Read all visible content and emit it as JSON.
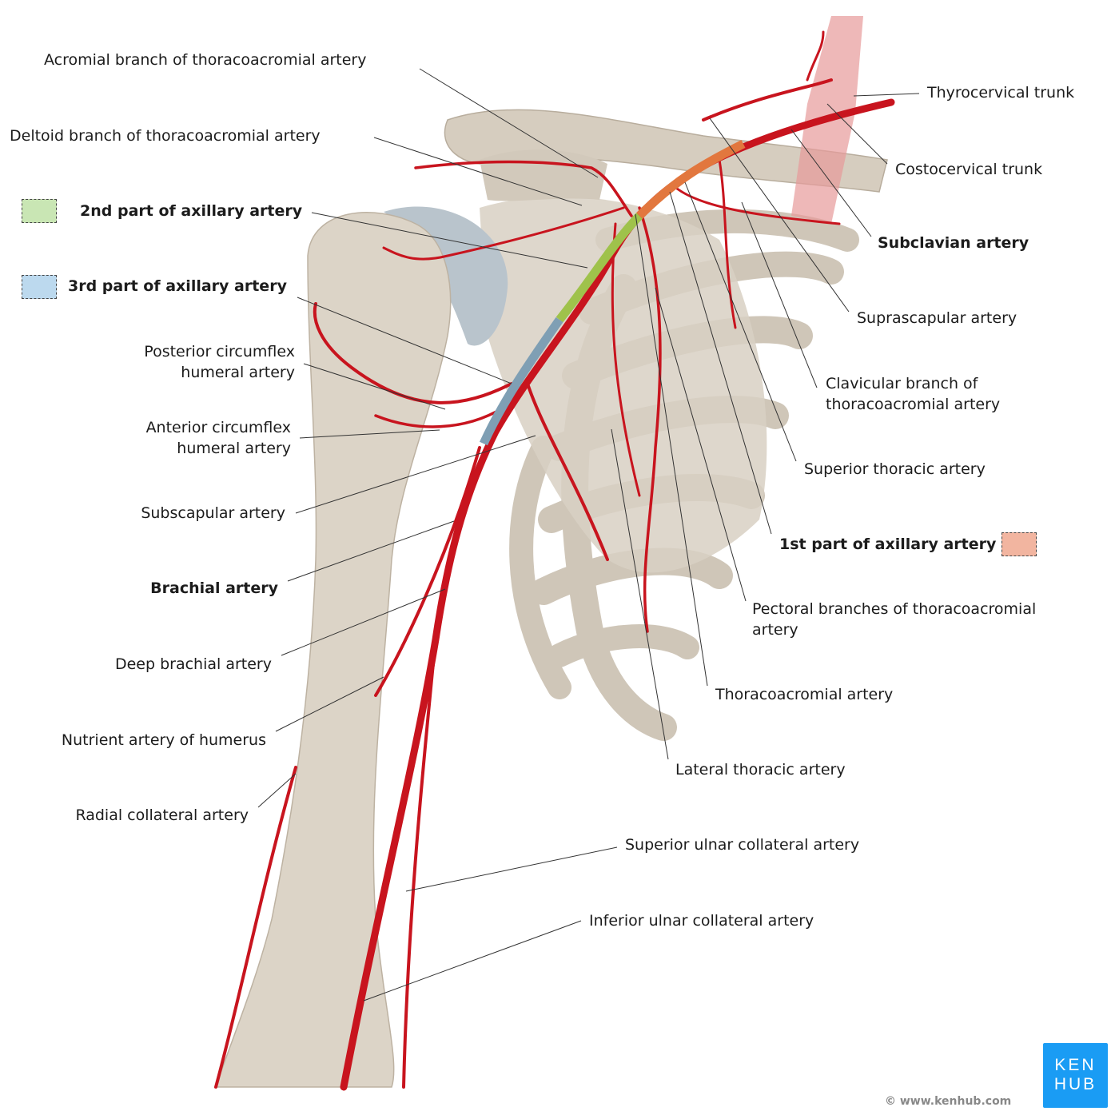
{
  "labels": {
    "acromial": "Acromial branch of thoracoacromial artery",
    "deltoid": "Deltoid branch of thoracoacromial artery",
    "second_part": "2nd part of axillary artery",
    "third_part": "3rd part of axillary artery",
    "post_circ_1": "Posterior circumflex",
    "post_circ_2": "humeral artery",
    "ant_circ_1": "Anterior circumflex",
    "ant_circ_2": "humeral artery",
    "subscapular": "Subscapular artery",
    "brachial": "Brachial artery",
    "deep_brachial": "Deep brachial artery",
    "nutrient": "Nutrient artery of humerus",
    "radial_collateral": "Radial collateral artery",
    "thyrocervical": "Thyrocervical trunk",
    "costocervical": "Costocervical trunk",
    "subclavian": "Subclavian artery",
    "suprascapular": "Suprascapular artery",
    "clavicular_1": "Clavicular branch of",
    "clavicular_2": "thoracoacromial artery",
    "superior_thoracic": "Superior thoracic artery",
    "first_part": "1st part of axillary artery",
    "pectoral_1": "Pectoral branches of thoracoacromial",
    "pectoral_2": "artery",
    "thoracoacromial": "Thoracoacromial artery",
    "lateral_thoracic": "Lateral thoracic artery",
    "sup_ulnar": "Superior ulnar collateral artery",
    "inf_ulnar": "Inferior ulnar collateral artery"
  },
  "legend_colors": {
    "first": "#f2b5a0",
    "second": "#c9e6b4",
    "third": "#bcd9ee"
  },
  "colors": {
    "artery": "#c8141e",
    "bone": "#d9d1c4",
    "brand": "#1a9cf4"
  },
  "logo": {
    "line1": "KEN",
    "line2": "HUB"
  },
  "copyright": "© www.kenhub.com"
}
